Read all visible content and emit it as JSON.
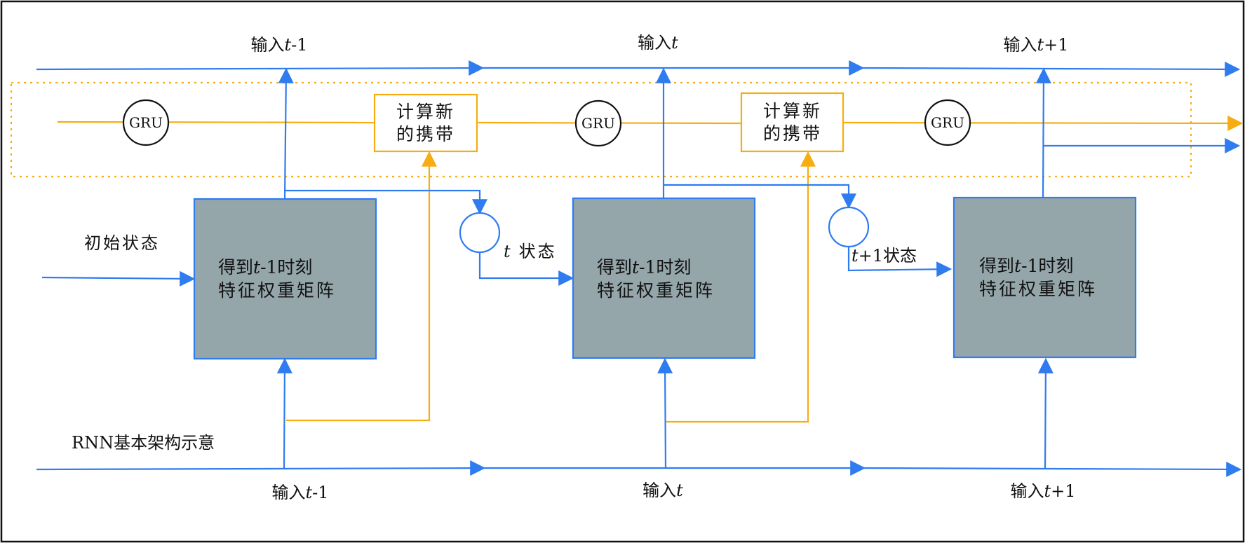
{
  "colors": {
    "blue": "#2f7bf0",
    "orange": "#f7ad12",
    "block_fill": "#95a6ab",
    "text": "#111111"
  },
  "labels": {
    "input_top": [
      {
        "prefix": "输入",
        "var": "t",
        "suffix": "-1"
      },
      {
        "prefix": "输入",
        "var": "t",
        "suffix": ""
      },
      {
        "prefix": "输入",
        "var": "t",
        "suffix": "+1"
      }
    ],
    "input_bottom": [
      {
        "prefix": "输入",
        "var": "t",
        "suffix": "-1"
      },
      {
        "prefix": "输入",
        "var": "t",
        "suffix": ""
      },
      {
        "prefix": "输入",
        "var": "t",
        "suffix": "+1"
      }
    ],
    "initial_state": "初始状态",
    "caption": "RNN基本架构示意",
    "state_t": {
      "var": "t",
      "suffix": "状态"
    },
    "state_t1": {
      "var": "t",
      "suffix": "+1状态"
    }
  },
  "gru": {
    "label": "GRU"
  },
  "carry_box": {
    "line1": "计算新",
    "line2": "的携带"
  },
  "block": {
    "line1_pre": "得到",
    "line1_var": "t",
    "line1_post": "-1时刻",
    "line2": "特征权重矩阵"
  }
}
